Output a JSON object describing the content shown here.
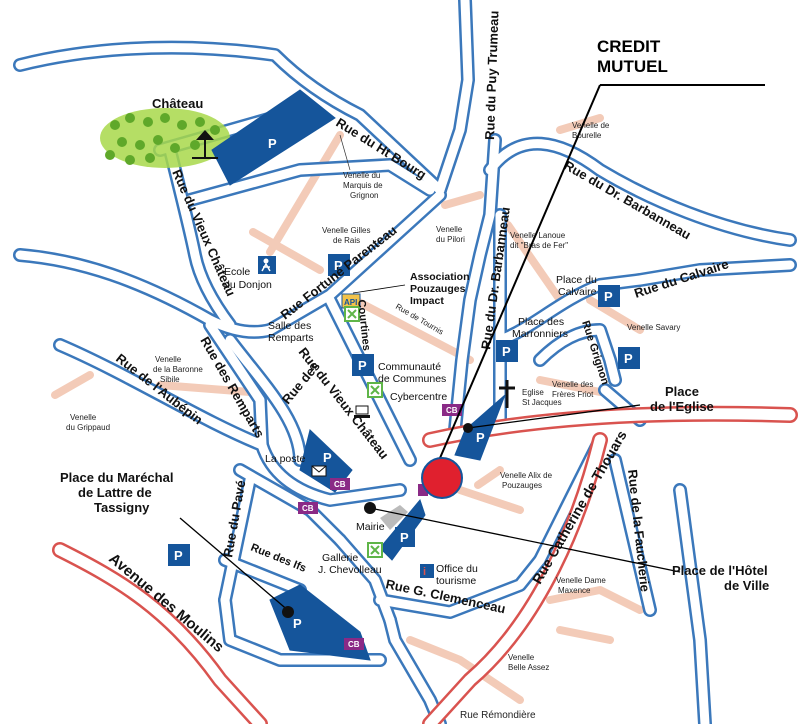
{
  "title": {
    "line1": "CREDIT",
    "line2": "MUTUEL"
  },
  "streets": {
    "ht_bourg": "Rue du Ht Bourg",
    "puy_trumeau": "Rue du Puy Trumeau",
    "dr_barbanneau_diag": "Rue du Dr. Barbanneau",
    "dr_barbanneau_vert": "Rue du Dr. Barbanneau",
    "vieux_chateau_left": "Rue du Vieux Château",
    "fortune_parenteau": "Rue Fortuné Parenteau",
    "calvaire": "Rue du Calvaire",
    "remparts": "Rue des Remparts",
    "aubepin": "Rue de l'Aubépin",
    "des": "Rue des",
    "vieux_chateau_center": "Rue du Vieux Château",
    "courtines": "Courtines",
    "tournis": "Rue de Tournis",
    "grignon": "Rue Grignon",
    "catherine_thouars": "Rue Catherine de Thouars",
    "faucherie": "Rue de la Faucherie",
    "pave": "Rue du Pavé",
    "ifs": "Rue des Ifs",
    "clemenceau": "Rue G. Clemenceau",
    "moulins": "Avenue des Moulins",
    "remondiere": "Rue Rémondière"
  },
  "venelles": {
    "marquis": [
      "Venelle du",
      "Marquis de",
      "Grignon"
    ],
    "gilles": [
      "Venelle Gilles",
      "de Rais"
    ],
    "pilori": [
      "Venelle",
      "du Pilori"
    ],
    "bourelle": [
      "Venelle de",
      "Bourelle"
    ],
    "lanoue": [
      "Venelle Lanoue",
      "dit \"Bras de Fer\""
    ],
    "savary": [
      "Venelle Savary"
    ],
    "baronne": [
      "Venelle",
      "de la Baronne",
      "Sibile"
    ],
    "grippaud": [
      "Venelle",
      "du Grippaud"
    ],
    "freres": [
      "Venelle des",
      "Frères Friot"
    ],
    "alix": [
      "Venelle Alix de",
      "Pouzauges"
    ],
    "maxence": [
      "Venelle Dame",
      "Maxence"
    ],
    "belle": [
      "Venelle",
      "Belle Assez"
    ]
  },
  "pois": {
    "chateau": "Château",
    "ecole": [
      "Ecole",
      "du Donjon"
    ],
    "association": [
      "Association",
      "Pouzauges",
      "Impact"
    ],
    "salle": [
      "Salle des",
      "Remparts"
    ],
    "communaute": [
      "Communauté",
      "de Communes"
    ],
    "cybercentre": "Cybercentre",
    "place_calvaire": [
      "Place du",
      "Calvaire"
    ],
    "place_marronniers": [
      "Place des",
      "Marronniers"
    ],
    "eglise": [
      "Eglise",
      "St Jacques"
    ],
    "la_poste": "La poste",
    "mairie": "Mairie",
    "galerie": [
      "Gallerie",
      "J. Chevolleau"
    ],
    "office": [
      "Office du",
      "tourisme"
    ],
    "api": "API"
  },
  "callouts": {
    "eglise": [
      "Place",
      "de l'Eglise"
    ],
    "hotel_ville": [
      "Place de l'Hôtel",
      "de Ville"
    ],
    "marechal": [
      "Place du Maréchal",
      "de Lattre de",
      "Tassigny"
    ]
  },
  "parking_label": "P",
  "atm_label": "CB",
  "colors": {
    "road": "#3b78bb",
    "main_road": "#d9534f",
    "parking": "#15559b",
    "footpath": "#f3cbb8",
    "marker": "#e0202e",
    "atm": "#8a2a86",
    "trees": "#a8d84a"
  }
}
